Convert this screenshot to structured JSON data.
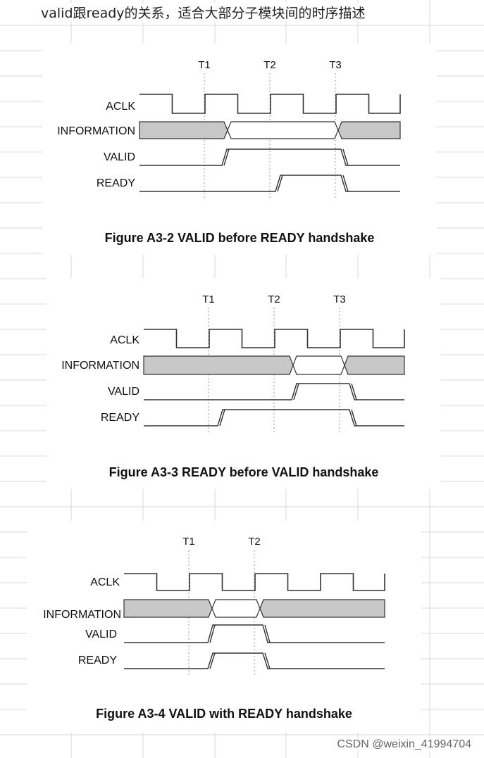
{
  "header": {
    "text": "valid跟ready的关系，适合大部分子模块间的时序描述"
  },
  "signals": [
    "ACLK",
    "INFORMATION",
    "VALID",
    "READY"
  ],
  "figures": [
    {
      "caption": "Figure A3-2 VALID before READY handshake",
      "markers": [
        "T1",
        "T2",
        "T3"
      ]
    },
    {
      "caption": "Figure A3-3 READY before VALID handshake",
      "markers": [
        "T1",
        "T2",
        "T3"
      ]
    },
    {
      "caption": "Figure A3-4 VALID with READY handshake",
      "markers": [
        "T1",
        "T2"
      ]
    }
  ],
  "watermark": "CSDN @weixin_41994704",
  "colors": {
    "shade": "#c8c8c8",
    "line": "#333333",
    "grid": "#d9d9d9",
    "dash": "#999999"
  }
}
